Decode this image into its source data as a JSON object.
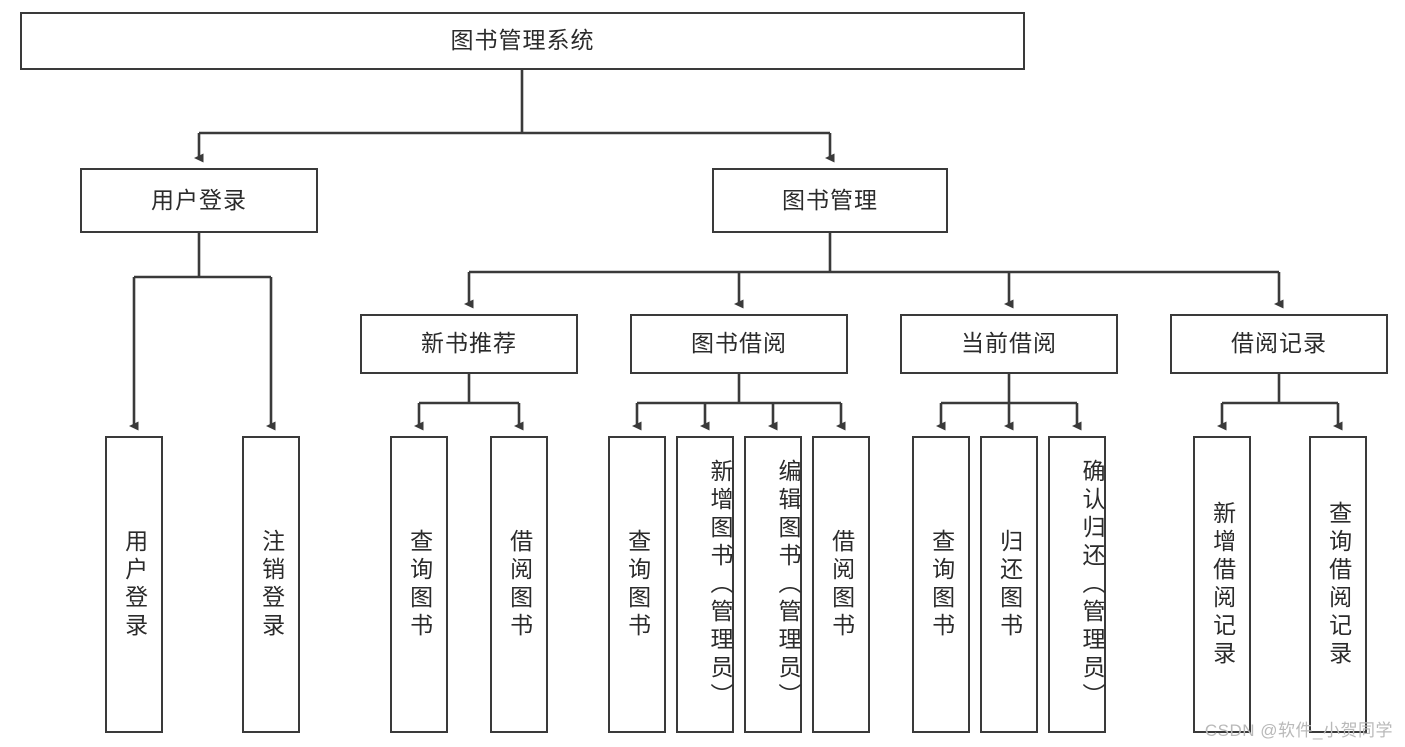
{
  "diagram": {
    "title": "图书管理系统",
    "type": "tree",
    "watermark": "CSDN @软件_小贺同学",
    "colors": {
      "stroke": "#3a3a3a",
      "box_fill": "#ffffff",
      "text": "#2b2b2b",
      "watermark": "#b9b9b9",
      "background": "#ffffff"
    },
    "root": {
      "id": "root",
      "label": "图书管理系统",
      "orientation": "horizontal"
    },
    "level1": [
      {
        "id": "user-login",
        "label": "用户登录",
        "orientation": "horizontal"
      },
      {
        "id": "book-manage",
        "label": "图书管理",
        "orientation": "horizontal"
      }
    ],
    "level2": [
      {
        "id": "new-book-recommend",
        "label": "新书推荐",
        "parent": "book-manage",
        "orientation": "horizontal"
      },
      {
        "id": "book-borrow",
        "label": "图书借阅",
        "parent": "book-manage",
        "orientation": "horizontal"
      },
      {
        "id": "current-borrow",
        "label": "当前借阅",
        "parent": "book-manage",
        "orientation": "horizontal"
      },
      {
        "id": "borrow-record",
        "label": "借阅记录",
        "parent": "book-manage",
        "orientation": "horizontal"
      }
    ],
    "leaves": [
      {
        "id": "leaf-user-login",
        "label": "用户登录",
        "parent": "user-login",
        "orientation": "vertical"
      },
      {
        "id": "leaf-user-logout",
        "label": "注销登录",
        "parent": "user-login",
        "orientation": "vertical"
      },
      {
        "id": "leaf-query-book-nr",
        "label": "查询图书",
        "parent": "new-book-recommend",
        "orientation": "vertical"
      },
      {
        "id": "leaf-borrow-book-nr",
        "label": "借阅图书",
        "parent": "new-book-recommend",
        "orientation": "vertical"
      },
      {
        "id": "leaf-query-book-bb",
        "label": "查询图书",
        "parent": "book-borrow",
        "orientation": "vertical"
      },
      {
        "id": "leaf-add-book",
        "label": "新增图书（管理员）",
        "parent": "book-borrow",
        "orientation": "vertical"
      },
      {
        "id": "leaf-edit-book",
        "label": "编辑图书（管理员）",
        "parent": "book-borrow",
        "orientation": "vertical"
      },
      {
        "id": "leaf-borrow-book-bb",
        "label": "借阅图书",
        "parent": "book-borrow",
        "orientation": "vertical"
      },
      {
        "id": "leaf-query-book-cb",
        "label": "查询图书",
        "parent": "current-borrow",
        "orientation": "vertical"
      },
      {
        "id": "leaf-return-book",
        "label": "归还图书",
        "parent": "current-borrow",
        "orientation": "vertical"
      },
      {
        "id": "leaf-confirm-return",
        "label": "确认归还（管理员）",
        "parent": "current-borrow",
        "orientation": "vertical"
      },
      {
        "id": "leaf-add-borrow-record",
        "label": "新增借阅记录",
        "parent": "borrow-record",
        "orientation": "vertical"
      },
      {
        "id": "leaf-query-borrow-record",
        "label": "查询借阅记录",
        "parent": "borrow-record",
        "orientation": "vertical"
      }
    ]
  }
}
